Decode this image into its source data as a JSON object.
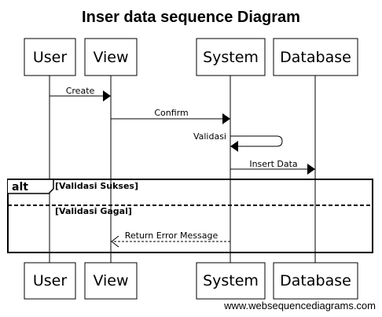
{
  "title": "Inser data sequence Diagram",
  "participants": {
    "user": "User",
    "view": "View",
    "system": "System",
    "database": "Database"
  },
  "messages": {
    "create": "Create",
    "confirm": "Confirm",
    "validasi": "Validasi",
    "insert_data": "Insert Data",
    "return_error": "Return Error Message"
  },
  "alt": {
    "keyword": "alt",
    "guard_success": "[Validasi Sukses]",
    "guard_failure": "[Validasi Gagal]"
  },
  "footer": "www.websequencediagrams.com"
}
